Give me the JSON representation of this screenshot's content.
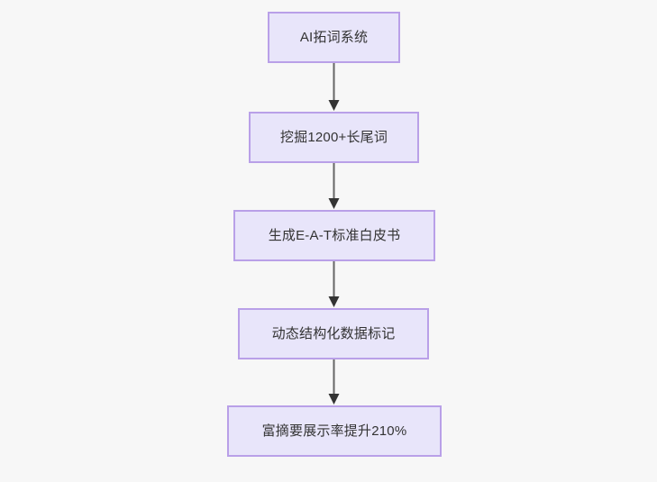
{
  "diagram": {
    "type": "flowchart",
    "orientation": "top-to-bottom",
    "background_color": "#f7f7f7",
    "node_fill_color": "#e8e5fa",
    "node_border_color": "#b9a0e8",
    "node_text_color": "#333333",
    "edge_line_color": "#666666",
    "edge_arrow_color": "#333333",
    "nodes": [
      {
        "id": "n0",
        "label": "AI拓词系统"
      },
      {
        "id": "n1",
        "label": "挖掘1200+长尾词"
      },
      {
        "id": "n2",
        "label": "生成E-A-T标准白皮书"
      },
      {
        "id": "n3",
        "label": "动态结构化数据标记"
      },
      {
        "id": "n4",
        "label": "富摘要展示率提升210%"
      }
    ],
    "edges": [
      {
        "from": "n0",
        "to": "n1",
        "label": ""
      },
      {
        "from": "n1",
        "to": "n2",
        "label": ""
      },
      {
        "from": "n2",
        "to": "n3",
        "label": ""
      },
      {
        "from": "n3",
        "to": "n4",
        "label": ""
      }
    ]
  }
}
